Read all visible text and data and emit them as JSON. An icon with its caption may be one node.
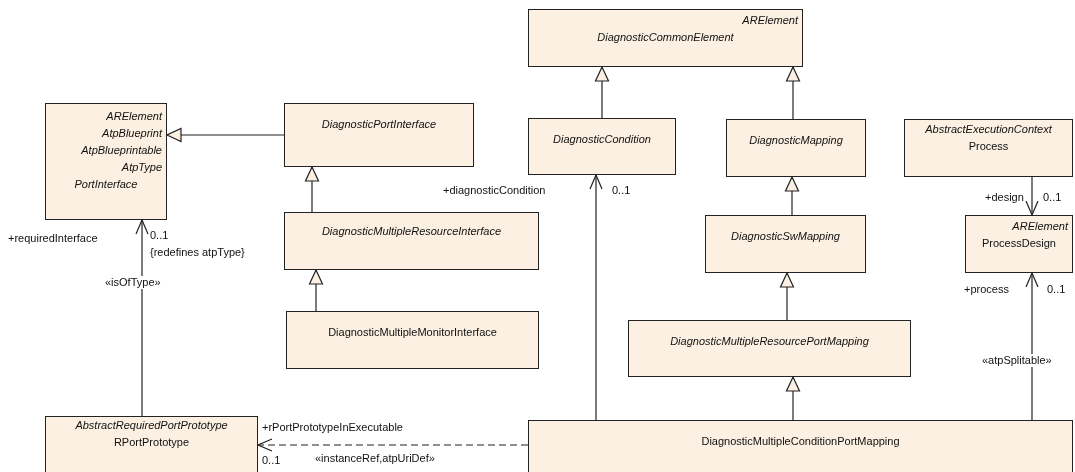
{
  "diagram": {
    "nodes": [
      {
        "text": [
          "ARElement",
          "AtpBlueprint",
          "AtpBlueprintable",
          "AtpType",
          "PortInterface"
        ]
      },
      {
        "text": [
          "DiagnosticPortInterface"
        ]
      },
      {
        "text": [
          "ARElement",
          "DiagnosticCommonElement"
        ]
      },
      {
        "text": [
          "DiagnosticCondition"
        ]
      },
      {
        "text": [
          "DiagnosticMapping"
        ]
      },
      {
        "text": [
          "AbstractExecutionContext",
          "Process"
        ]
      },
      {
        "text": [
          "DiagnosticMultipleResourceInterface"
        ]
      },
      {
        "text": [
          "DiagnosticSwMapping"
        ]
      },
      {
        "text": [
          "ARElement",
          "ProcessDesign"
        ]
      },
      {
        "text": [
          "DiagnosticMultipleMonitorInterface"
        ]
      },
      {
        "text": [
          "DiagnosticMultipleResourcePortMapping"
        ]
      },
      {
        "text": [
          "AbstractRequiredPortPrototype",
          "RPortPrototype"
        ]
      },
      {
        "text": [
          "DiagnosticMultipleConditionPortMapping"
        ]
      }
    ],
    "edges": [
      {
        "from": 1,
        "to": 0,
        "arrow": "to"
      },
      {
        "from": 6,
        "to": 1,
        "arrow": "to"
      },
      {
        "from": 9,
        "to": 6,
        "arrow": "to"
      },
      {
        "from": 3,
        "to": 2,
        "arrow": "to"
      },
      {
        "from": 4,
        "to": 2,
        "arrow": "to"
      },
      {
        "from": 7,
        "to": 4,
        "arrow": "to"
      },
      {
        "from": 10,
        "to": 7,
        "arrow": "to"
      },
      {
        "from": 12,
        "to": 10,
        "arrow": "to"
      },
      {
        "from": 12,
        "to": 3,
        "arrow": "to"
      },
      {
        "from": 11,
        "to": 0,
        "arrow": "to",
        "label": "«isOfType»"
      },
      {
        "from": 12,
        "to": 11,
        "arrow": "to",
        "style": "dashed",
        "label": "«instanceRef,atpUriDef»"
      },
      {
        "from": 5,
        "to": 8,
        "arrow": "to"
      },
      {
        "from": 12,
        "to": 8,
        "arrow": "to",
        "label": "«atpSplitable»"
      }
    ],
    "labels": [
      "+design",
      "0..1",
      "+diagnosticCondition",
      "0..1",
      "+requiredInterface",
      "0..1",
      "{redefines atpType}",
      "+process",
      "0..1",
      "+rPortPrototypeInExecutable",
      "0..1"
    ]
  }
}
